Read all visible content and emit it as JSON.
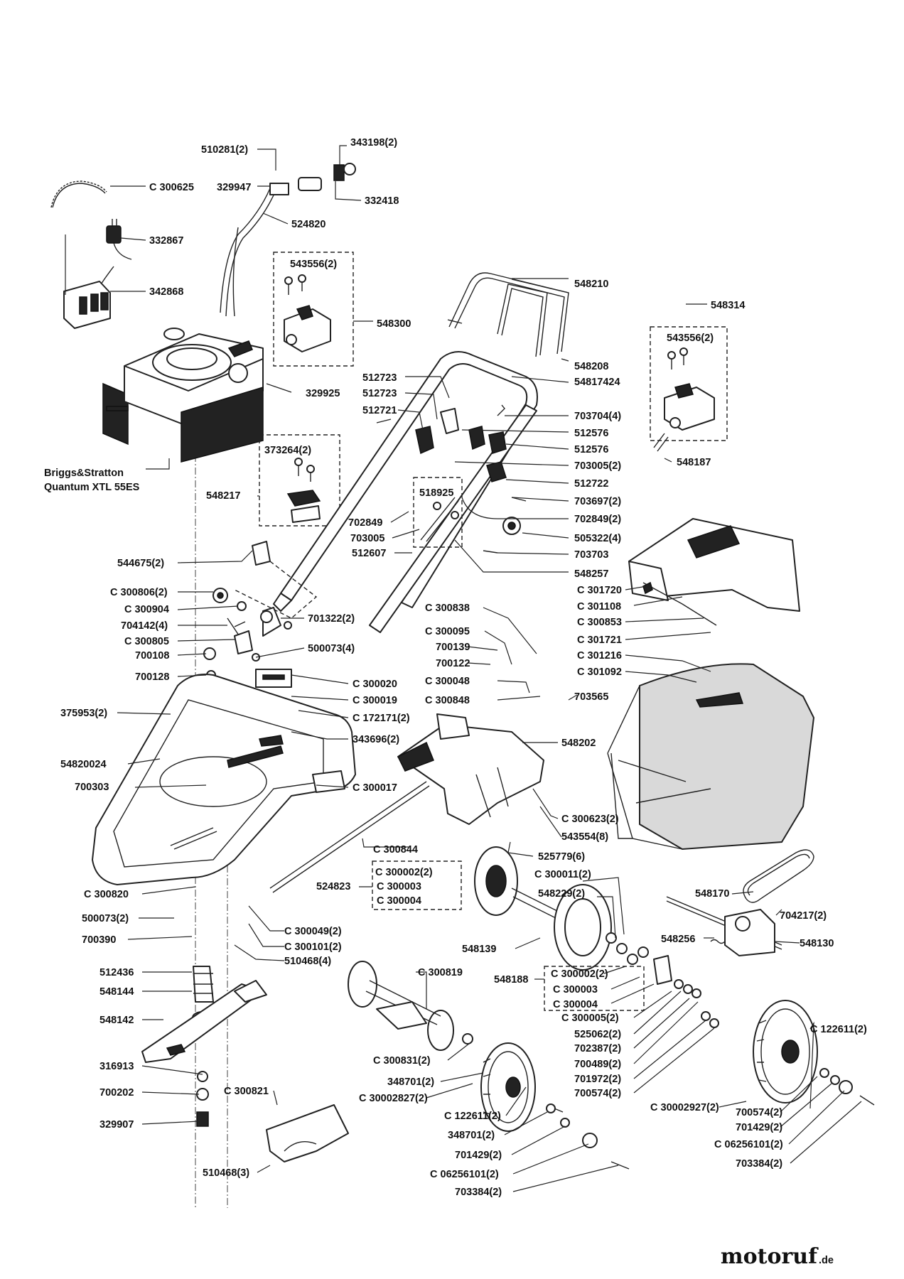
{
  "diagram": {
    "engine_label": [
      "Briggs&Stratton",
      "Quantum XTL 55ES"
    ],
    "labels": [
      {
        "id": "l1",
        "text": "510281(2)"
      },
      {
        "id": "l2",
        "text": "343198(2)"
      },
      {
        "id": "l3",
        "text": "C 300625"
      },
      {
        "id": "l4",
        "text": "329947"
      },
      {
        "id": "l5",
        "text": "332418"
      },
      {
        "id": "l6",
        "text": "524820"
      },
      {
        "id": "l7",
        "text": "332867"
      },
      {
        "id": "l8",
        "text": "543556(2)"
      },
      {
        "id": "l9",
        "text": "342868"
      },
      {
        "id": "l10",
        "text": "548210"
      },
      {
        "id": "l11",
        "text": "548300"
      },
      {
        "id": "l12",
        "text": "548314"
      },
      {
        "id": "l13",
        "text": "543556(2)"
      },
      {
        "id": "l14",
        "text": "548208"
      },
      {
        "id": "l15",
        "text": "512723"
      },
      {
        "id": "l16",
        "text": "54817424"
      },
      {
        "id": "l17",
        "text": "512723"
      },
      {
        "id": "l18",
        "text": "329925"
      },
      {
        "id": "l19",
        "text": "512721"
      },
      {
        "id": "l20",
        "text": "703704(4)"
      },
      {
        "id": "l21",
        "text": "512576"
      },
      {
        "id": "l22",
        "text": "373264(2)"
      },
      {
        "id": "l23",
        "text": "512576"
      },
      {
        "id": "l24",
        "text": "703005(2)"
      },
      {
        "id": "l25",
        "text": "548187"
      },
      {
        "id": "l26",
        "text": "512722"
      },
      {
        "id": "l27",
        "text": "518925"
      },
      {
        "id": "l28",
        "text": "548217"
      },
      {
        "id": "l29",
        "text": "703697(2)"
      },
      {
        "id": "l30",
        "text": "702849"
      },
      {
        "id": "l31",
        "text": "702849(2)"
      },
      {
        "id": "l32",
        "text": "703005"
      },
      {
        "id": "l33",
        "text": "505322(4)"
      },
      {
        "id": "l34",
        "text": "512607"
      },
      {
        "id": "l35",
        "text": "703703"
      },
      {
        "id": "l36",
        "text": "544675(2)"
      },
      {
        "id": "l37",
        "text": "548257"
      },
      {
        "id": "l38",
        "text": "C 300806(2)"
      },
      {
        "id": "l39",
        "text": "C 301720"
      },
      {
        "id": "l40",
        "text": "C 300904"
      },
      {
        "id": "l41",
        "text": "C 301108"
      },
      {
        "id": "l42",
        "text": "704142(4)"
      },
      {
        "id": "l43",
        "text": "701322(2)"
      },
      {
        "id": "l44",
        "text": "C 300838"
      },
      {
        "id": "l45",
        "text": "C 300853"
      },
      {
        "id": "l46",
        "text": "C 300805"
      },
      {
        "id": "l47",
        "text": "500073(4)"
      },
      {
        "id": "l48",
        "text": "C 300095"
      },
      {
        "id": "l49",
        "text": "C 301721"
      },
      {
        "id": "l50",
        "text": "700108"
      },
      {
        "id": "l51",
        "text": "700139"
      },
      {
        "id": "l52",
        "text": "C 301216"
      },
      {
        "id": "l53",
        "text": "700122"
      },
      {
        "id": "l54",
        "text": "C 301092"
      },
      {
        "id": "l55",
        "text": "700128"
      },
      {
        "id": "l56",
        "text": "C 300020"
      },
      {
        "id": "l57",
        "text": "C 300048"
      },
      {
        "id": "l58",
        "text": "C 300019"
      },
      {
        "id": "l59",
        "text": "C 300848"
      },
      {
        "id": "l60",
        "text": "703565"
      },
      {
        "id": "l61",
        "text": "375953(2)"
      },
      {
        "id": "l62",
        "text": "C 172171(2)"
      },
      {
        "id": "l63",
        "text": "343696(2)"
      },
      {
        "id": "l64",
        "text": "548202"
      },
      {
        "id": "l65",
        "text": "54820024"
      },
      {
        "id": "l66",
        "text": "700303"
      },
      {
        "id": "l67",
        "text": "C 300017"
      },
      {
        "id": "l68",
        "text": "C 300623(2)"
      },
      {
        "id": "l69",
        "text": "543554(8)"
      },
      {
        "id": "l70",
        "text": "C 300844"
      },
      {
        "id": "l71",
        "text": "525779(6)"
      },
      {
        "id": "l72",
        "text": "C 300002(2)"
      },
      {
        "id": "l73",
        "text": "C 300011(2)"
      },
      {
        "id": "l74",
        "text": "524823"
      },
      {
        "id": "l75",
        "text": "C 300003"
      },
      {
        "id": "l76",
        "text": "548170"
      },
      {
        "id": "l77",
        "text": "C 300820"
      },
      {
        "id": "l78",
        "text": "548229(2)"
      },
      {
        "id": "l79",
        "text": "C 300004"
      },
      {
        "id": "l80",
        "text": "500073(2)"
      },
      {
        "id": "l81",
        "text": "704217(2)"
      },
      {
        "id": "l82",
        "text": "C 300049(2)"
      },
      {
        "id": "l83",
        "text": "700390"
      },
      {
        "id": "l84",
        "text": "C 300101(2)"
      },
      {
        "id": "l85",
        "text": "548256"
      },
      {
        "id": "l86",
        "text": "548130"
      },
      {
        "id": "l87",
        "text": "548139"
      },
      {
        "id": "l88",
        "text": "510468(4)"
      },
      {
        "id": "l89",
        "text": "512436"
      },
      {
        "id": "l90",
        "text": "C 300819"
      },
      {
        "id": "l91",
        "text": "C 300002(2)"
      },
      {
        "id": "l92",
        "text": "548188"
      },
      {
        "id": "l93",
        "text": "548144"
      },
      {
        "id": "l94",
        "text": "C 300003"
      },
      {
        "id": "l95",
        "text": "C 300004"
      },
      {
        "id": "l96",
        "text": "548142"
      },
      {
        "id": "l97",
        "text": "C 300005(2)"
      },
      {
        "id": "l98",
        "text": "C 122611(2)"
      },
      {
        "id": "l99",
        "text": "525062(2)"
      },
      {
        "id": "l100",
        "text": "702387(2)"
      },
      {
        "id": "l101",
        "text": "C 300831(2)"
      },
      {
        "id": "l102",
        "text": "700489(2)"
      },
      {
        "id": "l103",
        "text": "316913"
      },
      {
        "id": "l104",
        "text": "348701(2)"
      },
      {
        "id": "l105",
        "text": "701972(2)"
      },
      {
        "id": "l106",
        "text": "700202"
      },
      {
        "id": "l107",
        "text": "C 300821"
      },
      {
        "id": "l108",
        "text": "C 30002827(2)"
      },
      {
        "id": "l109",
        "text": "700574(2)"
      },
      {
        "id": "l110",
        "text": "C 30002927(2)"
      },
      {
        "id": "l111",
        "text": "329907"
      },
      {
        "id": "l112",
        "text": "C 122611(2)"
      },
      {
        "id": "l113",
        "text": "700574(2)"
      },
      {
        "id": "l114",
        "text": "348701(2)"
      },
      {
        "id": "l115",
        "text": "701429(2)"
      },
      {
        "id": "l116",
        "text": "701429(2)"
      },
      {
        "id": "l117",
        "text": "C 06256101(2)"
      },
      {
        "id": "l118",
        "text": "C 06256101(2)"
      },
      {
        "id": "l119",
        "text": "510468(3)"
      },
      {
        "id": "l120",
        "text": "703384(2)"
      },
      {
        "id": "l121",
        "text": "703384(2)"
      }
    ]
  },
  "watermark": {
    "brand": "motoruf",
    "suffix": ".de"
  }
}
